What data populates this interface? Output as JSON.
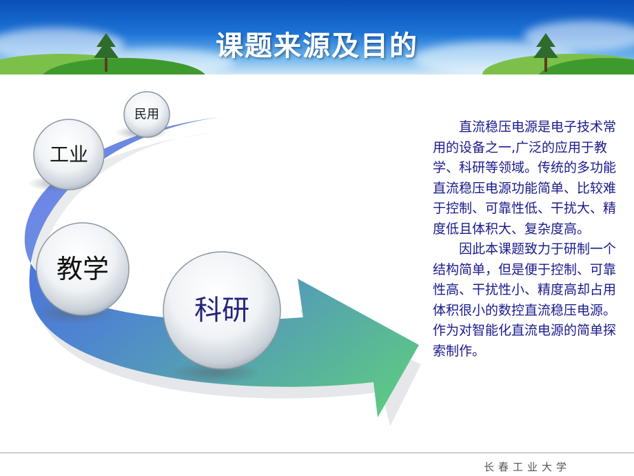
{
  "slide": {
    "title": "课题来源及目的",
    "circles": {
      "minyong": "民用",
      "gongye": "工业",
      "jiaoxue": "教学",
      "keyan": "科研"
    },
    "paragraphs": [
      "直流稳压电源是电子技术常用的设备之一,广泛的应用于教学、科研等领域。传统的多功能直流稳压电源功能简单、比较难于控制、可靠性低、干扰大、精度低且体积大、复杂度高。",
      "因此本课题致力于研制一个结构简单，但是便于控制、可靠性高、干扰性小、精度高却占用体积很小的数控直流稳压电源。作为对智能化直流电源的简单探索制作。"
    ],
    "footer": "长春工业大学"
  },
  "colors": {
    "banner_top": "#0a4fb8",
    "arrow_start": "#4a63e6",
    "arrow_end": "#5fcf7a",
    "body_text": "#1a1a8c"
  }
}
